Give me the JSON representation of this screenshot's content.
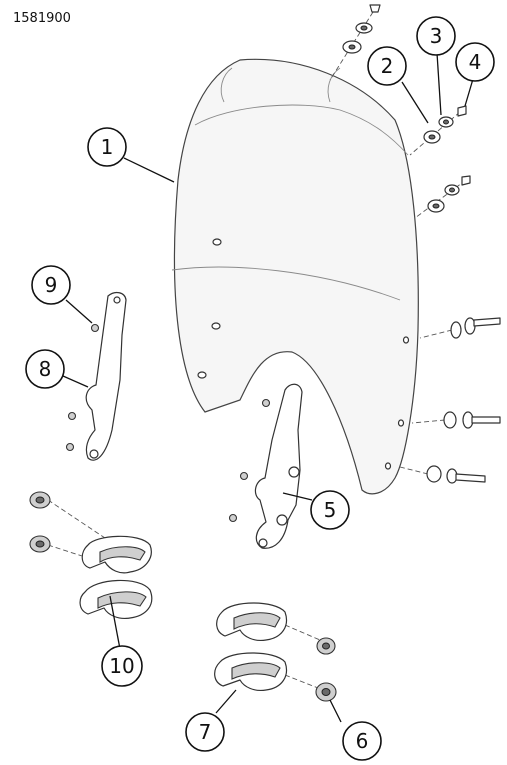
{
  "reference_number": "1581900",
  "callouts": [
    "1",
    "2",
    "3",
    "4",
    "5",
    "6",
    "7",
    "8",
    "9",
    "10"
  ]
}
